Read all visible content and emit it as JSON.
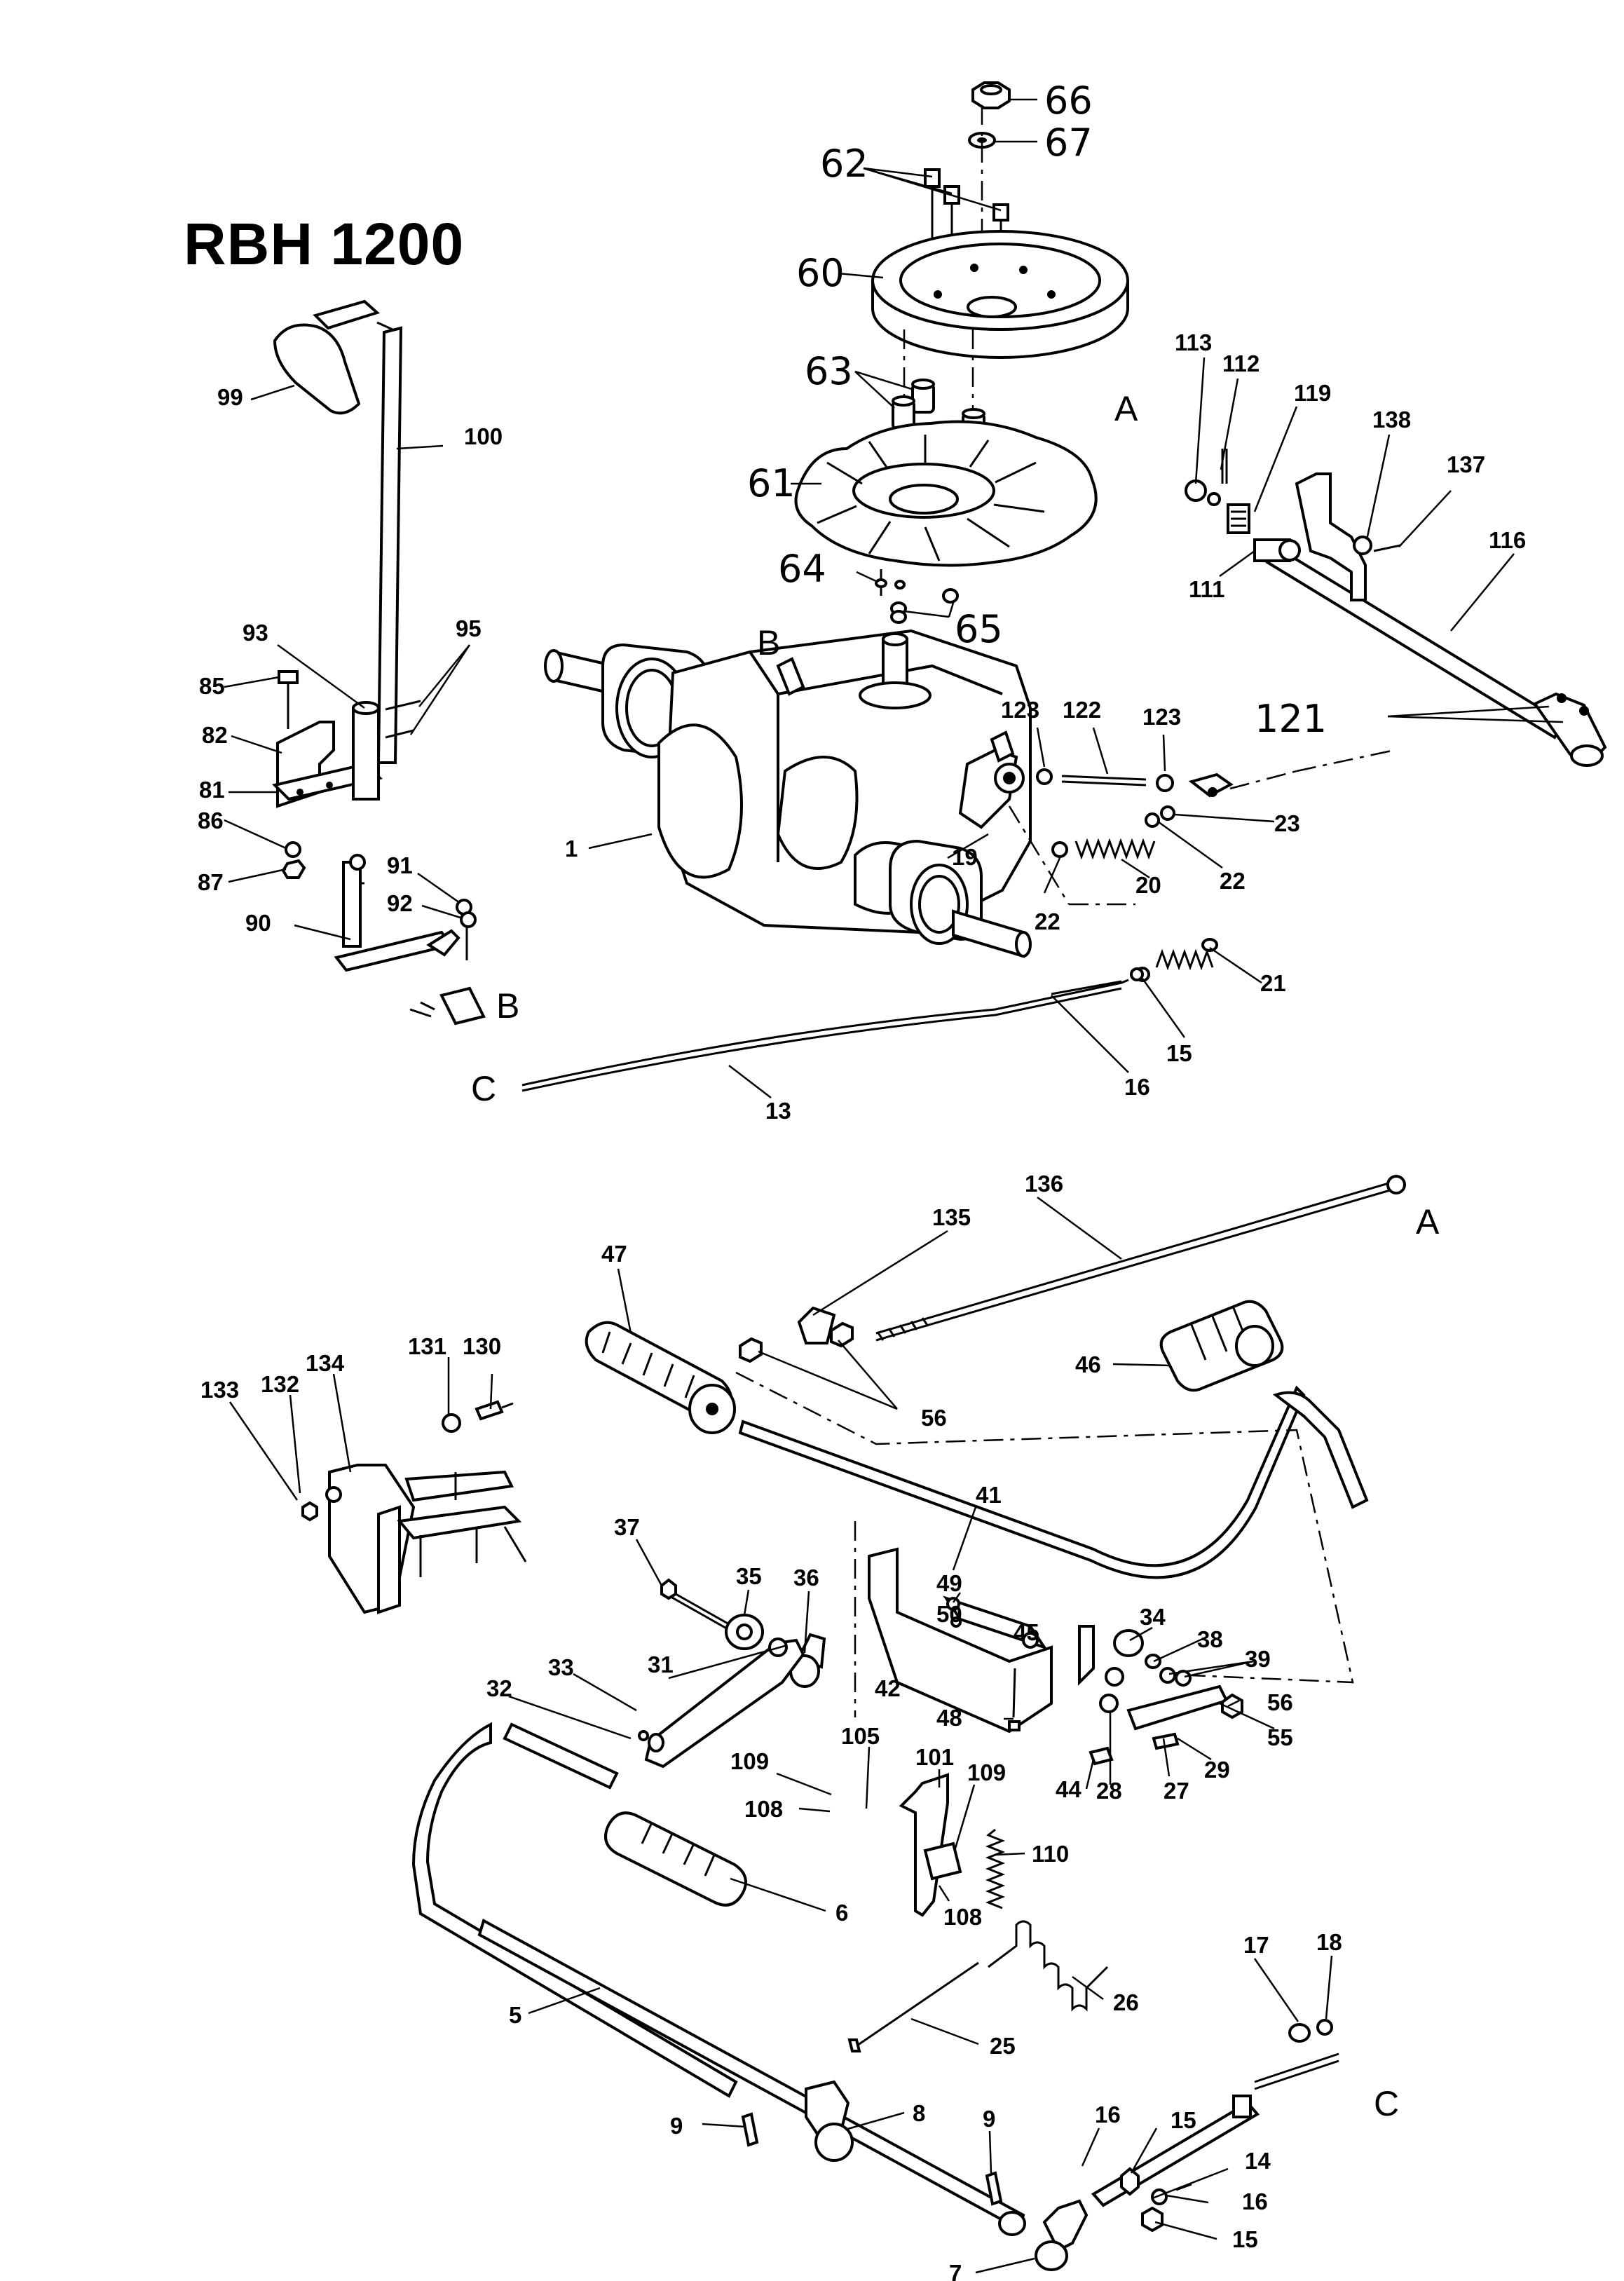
{
  "title": "RBH 1200",
  "callouts": [
    {
      "id": "66",
      "text": "66"
    },
    {
      "id": "67",
      "text": "67"
    },
    {
      "id": "62",
      "text": "62"
    },
    {
      "id": "60",
      "text": "60"
    },
    {
      "id": "63",
      "text": "63"
    },
    {
      "id": "61",
      "text": "61"
    },
    {
      "id": "64",
      "text": "64"
    },
    {
      "id": "65",
      "text": "65"
    },
    {
      "id": "121",
      "text": "121"
    },
    {
      "id": "99",
      "text": "99"
    },
    {
      "id": "100",
      "text": "100"
    },
    {
      "id": "93",
      "text": "93"
    },
    {
      "id": "95",
      "text": "95"
    },
    {
      "id": "85",
      "text": "85"
    },
    {
      "id": "82",
      "text": "82"
    },
    {
      "id": "81",
      "text": "81"
    },
    {
      "id": "86",
      "text": "86"
    },
    {
      "id": "87",
      "text": "87"
    },
    {
      "id": "91",
      "text": "91"
    },
    {
      "id": "92",
      "text": "92"
    },
    {
      "id": "90",
      "text": "90"
    },
    {
      "id": "1",
      "text": "1"
    },
    {
      "id": "19",
      "text": "19"
    },
    {
      "id": "20",
      "text": "20"
    },
    {
      "id": "22a",
      "text": "22"
    },
    {
      "id": "22b",
      "text": "22"
    },
    {
      "id": "23",
      "text": "23"
    },
    {
      "id": "123a",
      "text": "123"
    },
    {
      "id": "122",
      "text": "122"
    },
    {
      "id": "123b",
      "text": "123"
    },
    {
      "id": "113",
      "text": "113"
    },
    {
      "id": "112",
      "text": "112"
    },
    {
      "id": "119",
      "text": "119"
    },
    {
      "id": "138",
      "text": "138"
    },
    {
      "id": "137",
      "text": "137"
    },
    {
      "id": "116",
      "text": "116"
    },
    {
      "id": "111",
      "text": "111"
    },
    {
      "id": "21",
      "text": "21"
    },
    {
      "id": "15a",
      "text": "15"
    },
    {
      "id": "16a",
      "text": "16"
    },
    {
      "id": "13",
      "text": "13"
    },
    {
      "id": "136",
      "text": "136"
    },
    {
      "id": "135",
      "text": "135"
    },
    {
      "id": "47",
      "text": "47"
    },
    {
      "id": "46",
      "text": "46"
    },
    {
      "id": "56a",
      "text": "56"
    },
    {
      "id": "41",
      "text": "41"
    },
    {
      "id": "130",
      "text": "130"
    },
    {
      "id": "131",
      "text": "131"
    },
    {
      "id": "134",
      "text": "134"
    },
    {
      "id": "132",
      "text": "132"
    },
    {
      "id": "133",
      "text": "133"
    },
    {
      "id": "37",
      "text": "37"
    },
    {
      "id": "35",
      "text": "35"
    },
    {
      "id": "36",
      "text": "36"
    },
    {
      "id": "49",
      "text": "49"
    },
    {
      "id": "50",
      "text": "50"
    },
    {
      "id": "45",
      "text": "45"
    },
    {
      "id": "34",
      "text": "34"
    },
    {
      "id": "38",
      "text": "38"
    },
    {
      "id": "39",
      "text": "39"
    },
    {
      "id": "33",
      "text": "33"
    },
    {
      "id": "31",
      "text": "31"
    },
    {
      "id": "32",
      "text": "32"
    },
    {
      "id": "42",
      "text": "42"
    },
    {
      "id": "48",
      "text": "48"
    },
    {
      "id": "56b",
      "text": "56"
    },
    {
      "id": "55",
      "text": "55"
    },
    {
      "id": "29",
      "text": "29"
    },
    {
      "id": "28",
      "text": "28"
    },
    {
      "id": "27",
      "text": "27"
    },
    {
      "id": "44",
      "text": "44"
    },
    {
      "id": "109a",
      "text": "109"
    },
    {
      "id": "105",
      "text": "105"
    },
    {
      "id": "101",
      "text": "101"
    },
    {
      "id": "109b",
      "text": "109"
    },
    {
      "id": "108a",
      "text": "108"
    },
    {
      "id": "110",
      "text": "110"
    },
    {
      "id": "108b",
      "text": "108"
    },
    {
      "id": "6",
      "text": "6"
    },
    {
      "id": "26",
      "text": "26"
    },
    {
      "id": "5",
      "text": "5"
    },
    {
      "id": "25",
      "text": "25"
    },
    {
      "id": "17",
      "text": "17"
    },
    {
      "id": "18",
      "text": "18"
    },
    {
      "id": "8",
      "text": "8"
    },
    {
      "id": "9a",
      "text": "9"
    },
    {
      "id": "9b",
      "text": "9"
    },
    {
      "id": "16b",
      "text": "16"
    },
    {
      "id": "15b",
      "text": "15"
    },
    {
      "id": "14",
      "text": "14"
    },
    {
      "id": "16c",
      "text": "16"
    },
    {
      "id": "15c",
      "text": "15"
    },
    {
      "id": "7",
      "text": "7"
    }
  ],
  "connectors": {
    "A_top": "A",
    "A_right": "A",
    "B_top": "B",
    "B_left": "B",
    "C_left": "C",
    "C_right": "C"
  }
}
